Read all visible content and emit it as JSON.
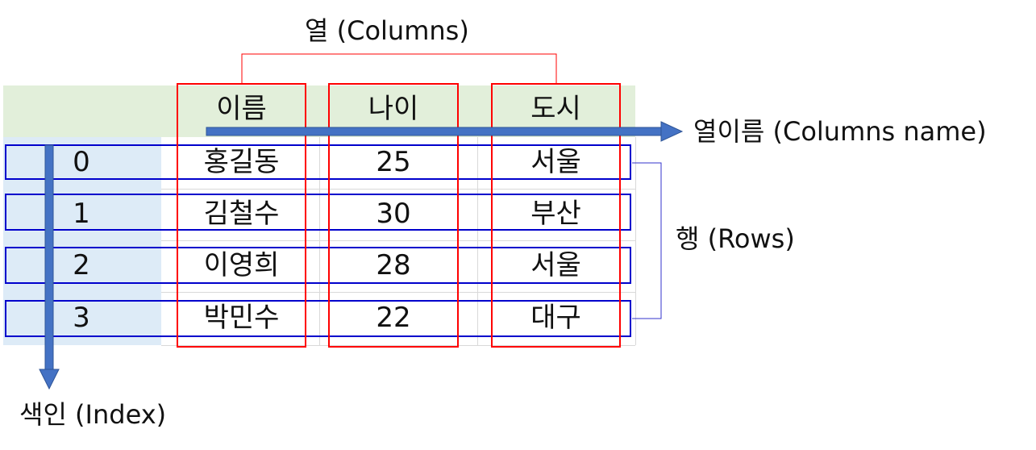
{
  "labels": {
    "columns": "열 (Columns)",
    "columns_name": "열이름 (Columns name)",
    "rows": "행 (Rows)",
    "index": "색인 (Index)"
  },
  "table": {
    "headers": [
      "이름",
      "나이",
      "도시"
    ],
    "index": [
      "0",
      "1",
      "2",
      "3"
    ],
    "rows": [
      [
        "홍길동",
        "25",
        "서울"
      ],
      [
        "김철수",
        "30",
        "부산"
      ],
      [
        "이영희",
        "28",
        "서울"
      ],
      [
        "박민수",
        "22",
        "대구"
      ]
    ]
  },
  "colors": {
    "header_bg": "#e2efda",
    "index_bg": "#ddebf7",
    "column_box": "#ff0000",
    "row_box": "#0000cc",
    "arrow": "#4472c4",
    "bracket_columns": "#ff0000",
    "bracket_rows": "#3333cc"
  }
}
